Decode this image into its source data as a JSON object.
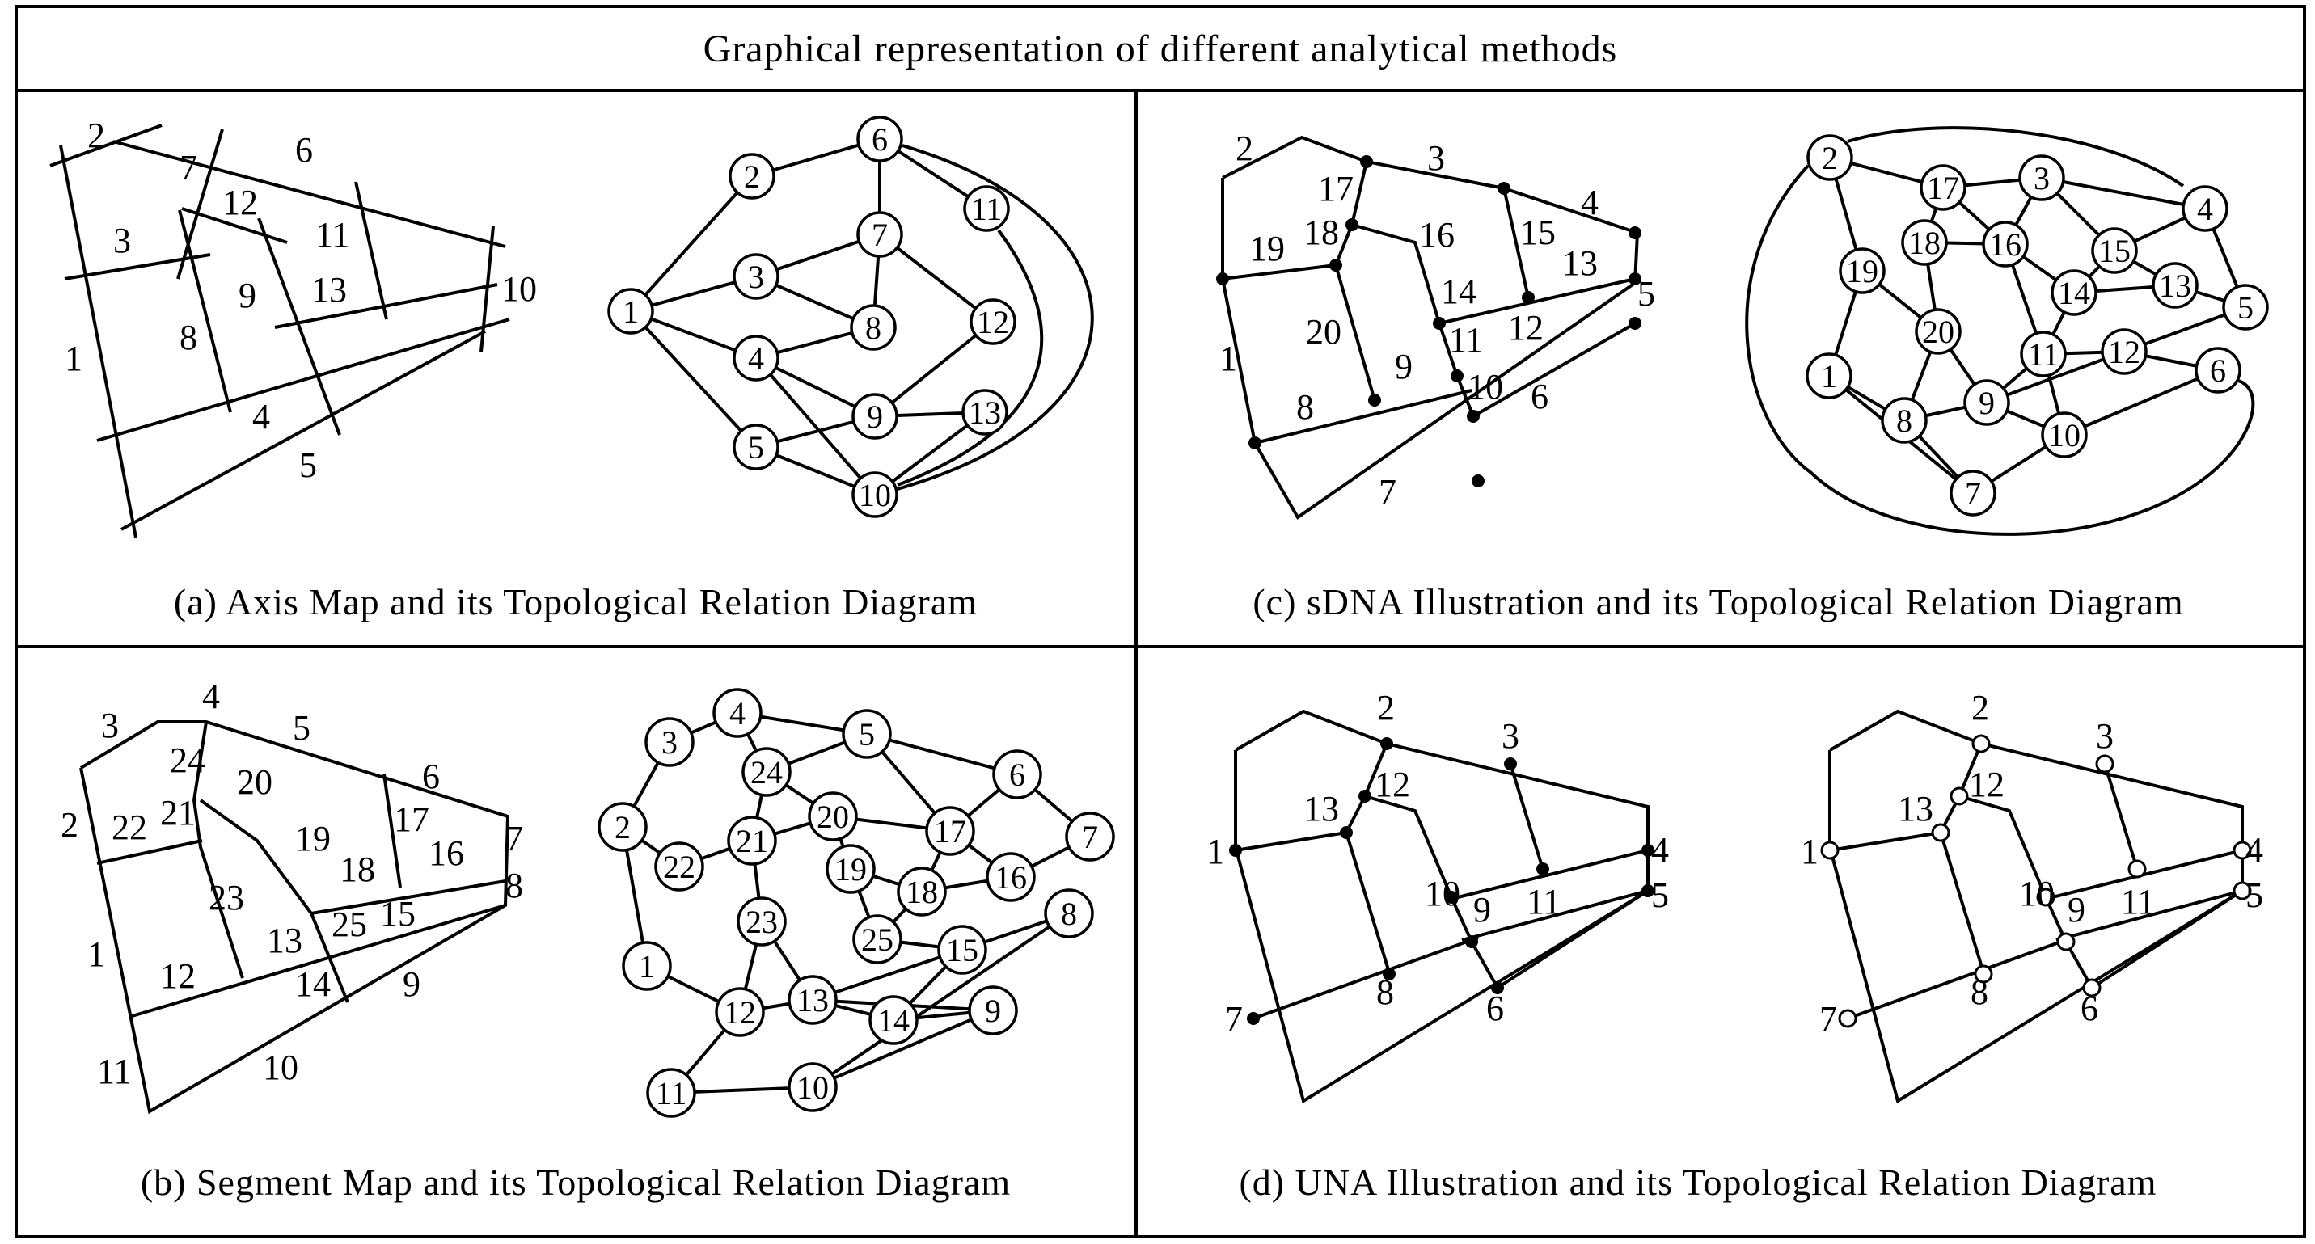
{
  "title": "Graphical representation of different analytical methods",
  "panels": {
    "a": {
      "caption": "(a) Axis Map and its Topological Relation Diagram",
      "map_labels": [
        "1",
        "2",
        "3",
        "4",
        "5",
        "6",
        "7",
        "8",
        "9",
        "10",
        "11",
        "12",
        "13"
      ],
      "graph_nodes": [
        "1",
        "2",
        "3",
        "4",
        "5",
        "6",
        "7",
        "8",
        "9",
        "10",
        "11",
        "12",
        "13"
      ]
    },
    "b": {
      "caption": "(b) Segment Map and its Topological Relation Diagram",
      "map_labels": [
        "1",
        "2",
        "3",
        "4",
        "5",
        "6",
        "7",
        "8",
        "9",
        "10",
        "11",
        "12",
        "13",
        "14",
        "15",
        "16",
        "17",
        "18",
        "19",
        "20",
        "21",
        "22",
        "23",
        "24",
        "25"
      ],
      "graph_nodes": [
        "1",
        "2",
        "3",
        "4",
        "5",
        "6",
        "7",
        "8",
        "9",
        "10",
        "11",
        "12",
        "13",
        "14",
        "15",
        "16",
        "17",
        "18",
        "19",
        "20",
        "21",
        "22",
        "23",
        "24",
        "25"
      ]
    },
    "c": {
      "caption": "(c) sDNA Illustration and its Topological Relation Diagram",
      "map_labels": [
        "1",
        "2",
        "3",
        "4",
        "5",
        "6",
        "7",
        "8",
        "9",
        "10",
        "11",
        "12",
        "13",
        "14",
        "15",
        "16",
        "17",
        "18",
        "19",
        "20"
      ],
      "graph_nodes": [
        "1",
        "2",
        "3",
        "4",
        "5",
        "6",
        "7",
        "8",
        "9",
        "10",
        "11",
        "12",
        "13",
        "14",
        "15",
        "16",
        "17",
        "18",
        "19",
        "20"
      ]
    },
    "d": {
      "caption": "(d) UNA Illustration and its Topological Relation Diagram",
      "map_labels": [
        "1",
        "2",
        "3",
        "4",
        "5",
        "6",
        "7",
        "8",
        "9",
        "10",
        "11",
        "12",
        "13"
      ],
      "map2_labels": [
        "1",
        "2",
        "3",
        "4",
        "5",
        "6",
        "7",
        "8",
        "9",
        "10",
        "11",
        "12",
        "13"
      ]
    }
  }
}
